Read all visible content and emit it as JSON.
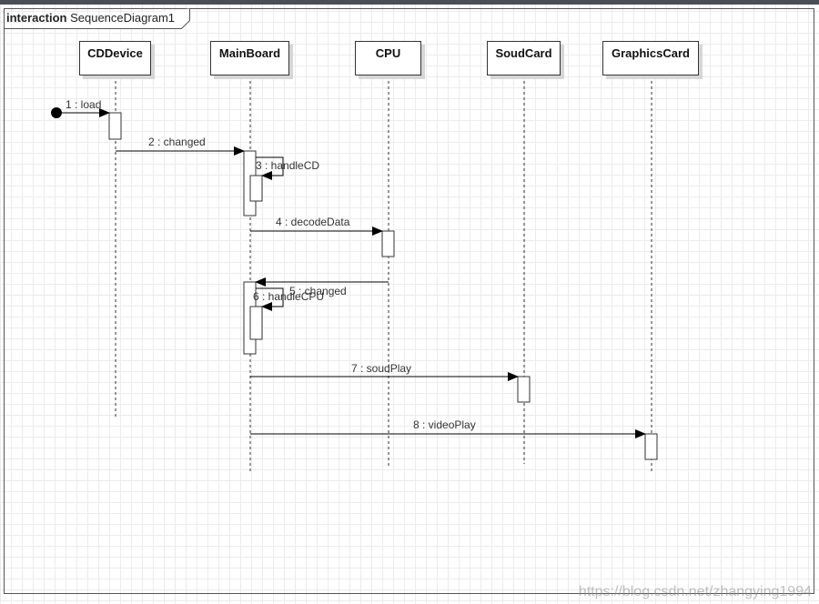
{
  "frame": {
    "keyword": "interaction",
    "name": "SequenceDiagram1"
  },
  "lifelines": [
    {
      "label": "CDDevice"
    },
    {
      "label": "MainBoard"
    },
    {
      "label": "CPU"
    },
    {
      "label": "SoudCard"
    },
    {
      "label": "GraphicsCard"
    }
  ],
  "messages": [
    {
      "label": "1 : load"
    },
    {
      "label": "2 : changed"
    },
    {
      "label": "3 : handleCD"
    },
    {
      "label": "4 : decodeData"
    },
    {
      "label": "5 : changed"
    },
    {
      "label": "6 : handleCPU"
    },
    {
      "label": "7 : soudPlay"
    },
    {
      "label": "8 : videoPlay"
    }
  ],
  "watermark": "https://blog.csdn.net/zhangying1994"
}
